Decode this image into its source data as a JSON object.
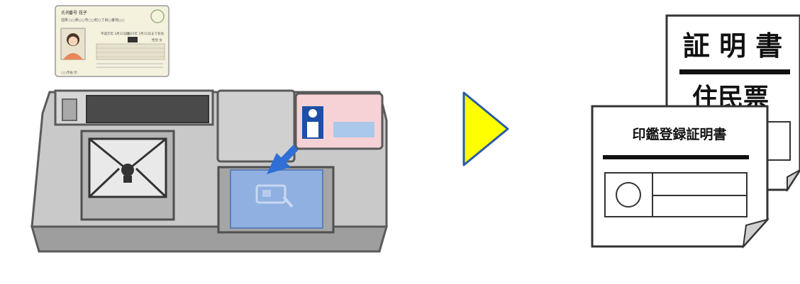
{
  "id_card": {
    "name_label": "氏名",
    "name_value": "番号 花子",
    "address_label": "住所",
    "address_value": "○○県○○市○○町○丁目○番地○○",
    "date_text": "平成元年 3月31日生",
    "expiry_text": "2025年 3月31日まで有効",
    "sex_label": "性別 女",
    "footer_text": "○○市長 印"
  },
  "documents": {
    "back_title": "証 明 書",
    "middle_title": "住民票",
    "front_title": "印鑑登録証明書"
  },
  "colors": {
    "arrow_fill": "#FFFF00",
    "arrow_stroke": "#2A5AA8",
    "kiosk_gray": "#B9B9B9",
    "card_pink": "#F6D2D6",
    "reader_blue": "#8FB0E0"
  }
}
